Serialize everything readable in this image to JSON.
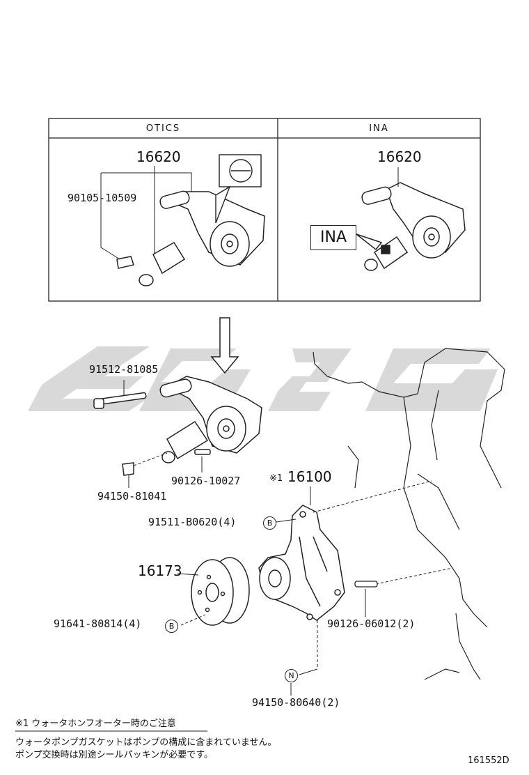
{
  "variants": {
    "left_header": "OTICS",
    "right_header": "INA",
    "ina_mark": "INA"
  },
  "parts": {
    "tensioner_left": "16620",
    "tensioner_right": "16620",
    "bolt_otics": "90105-10509",
    "bolt_long": "91512-81085",
    "nut": "94150-81041",
    "stud": "90126-10027",
    "water_pump_mark": "※1",
    "water_pump": "16100",
    "pump_bolt": "91511-B0620(4)",
    "pulley": "16173",
    "pulley_bolt": "91641-80814(4)",
    "pump_stud": "90126-06012(2)",
    "pump_nut": "94150-80640(2)"
  },
  "callouts": {
    "b1": "B",
    "b2": "B",
    "n1": "N"
  },
  "note": {
    "title": "※1 ウォータホンフオーター時のご注意",
    "line1": "ウォータポンプガスケットはポンプの構成に含まれていません。",
    "line2": "ポンプ交換時は別途シールパッキンが必要です。"
  },
  "figure_id": "161552D",
  "colors": {
    "ink": "#222222",
    "watermark": "#d2d2d2"
  }
}
